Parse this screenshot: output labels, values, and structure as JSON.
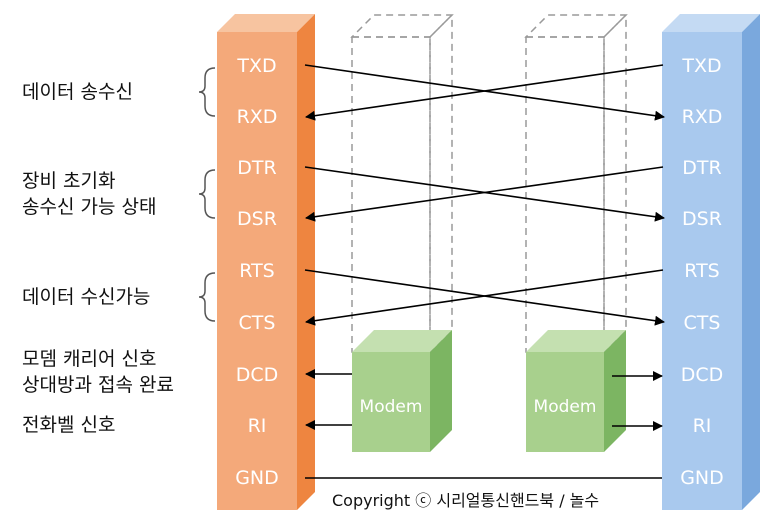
{
  "left_pins": [
    "TXD",
    "RXD",
    "DTR",
    "DSR",
    "RTS",
    "CTS",
    "DCD",
    "RI",
    "GND"
  ],
  "right_pins": [
    "TXD",
    "RXD",
    "DTR",
    "DSR",
    "RTS",
    "CTS",
    "DCD",
    "RI",
    "GND"
  ],
  "annotations": [
    {
      "lines": [
        "데이터 송수신"
      ]
    },
    {
      "lines": [
        "장비 초기화",
        "송수신 가능 상태"
      ]
    },
    {
      "lines": [
        "데이터 수신가능"
      ]
    },
    {
      "lines": [
        "모뎀 캐리어 신호",
        "상대방과 접속 완료"
      ]
    },
    {
      "lines": [
        "전화벨 신호"
      ]
    }
  ],
  "modem_left_label": "Modem",
  "modem_right_label": "Modem",
  "copyright": "Copyright ⓒ 시리얼통신핸드북 / 놀수",
  "colors": {
    "left_connector_front": "#F4A97A",
    "left_connector_side": "#EE8540",
    "left_connector_top": "#F7C4A0",
    "right_connector_front": "#A9C9EE",
    "right_connector_side": "#7AA8DD",
    "right_connector_top": "#C4DAF3",
    "modem_front": "#A8D08D",
    "modem_side": "#7CB562",
    "modem_top": "#C4E0B0"
  }
}
